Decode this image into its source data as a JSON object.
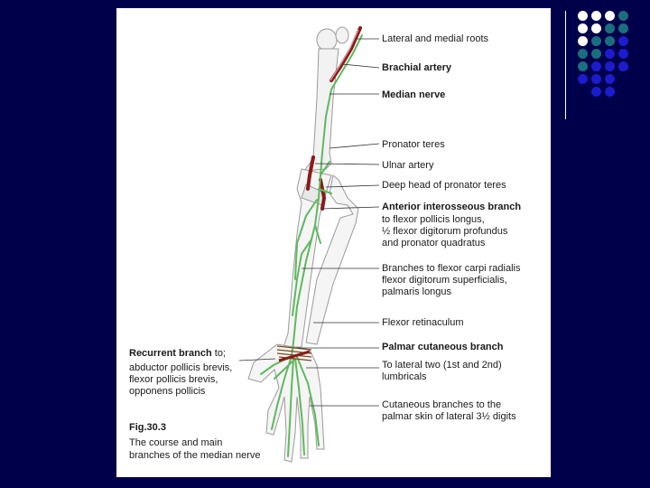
{
  "figure": {
    "labels": {
      "lateral_medial_roots": "Lateral and medial roots",
      "brachial_artery": "Brachial artery",
      "median_nerve": "Median nerve",
      "pronator_teres": "Pronator teres",
      "ulnar_artery": "Ulnar artery",
      "deep_head": "Deep head of pronator teres",
      "anterior_interosseous": "Anterior interosseous branch",
      "anterior_interosseous_detail": "to flexor pollicis longus,\n½ flexor digitorum profundus\nand pronator quadratus",
      "branches_flexor": "Branches to flexor carpi radialis\nflexor digitorum superficialis,\npalmaris longus",
      "flexor_retinaculum": "Flexor retinaculum",
      "palmar_cutaneous": "Palmar cutaneous branch",
      "lumbricals": "To lateral two (1st and 2nd)\nlumbricals",
      "cutaneous_branches": "Cutaneous branches to the\npalmar skin of lateral 3½ digits",
      "recurrent_branch_bold": "Recurrent branch",
      "recurrent_branch_rest": " to;",
      "recurrent_detail": "abductor pollicis brevis,\nflexor pollicis brevis,\nopponens pollicis"
    },
    "caption": {
      "fig_number": "Fig.30.3",
      "text": "The course and main\nbranches of the median nerve"
    }
  },
  "colors": {
    "background": "#00004a",
    "nerve": "#5fb85f",
    "artery": "#8b1a1a",
    "bone": "#f2f2f2",
    "deco": [
      "#ffffff",
      "#1a6e7e",
      "#1c1ccc"
    ]
  }
}
